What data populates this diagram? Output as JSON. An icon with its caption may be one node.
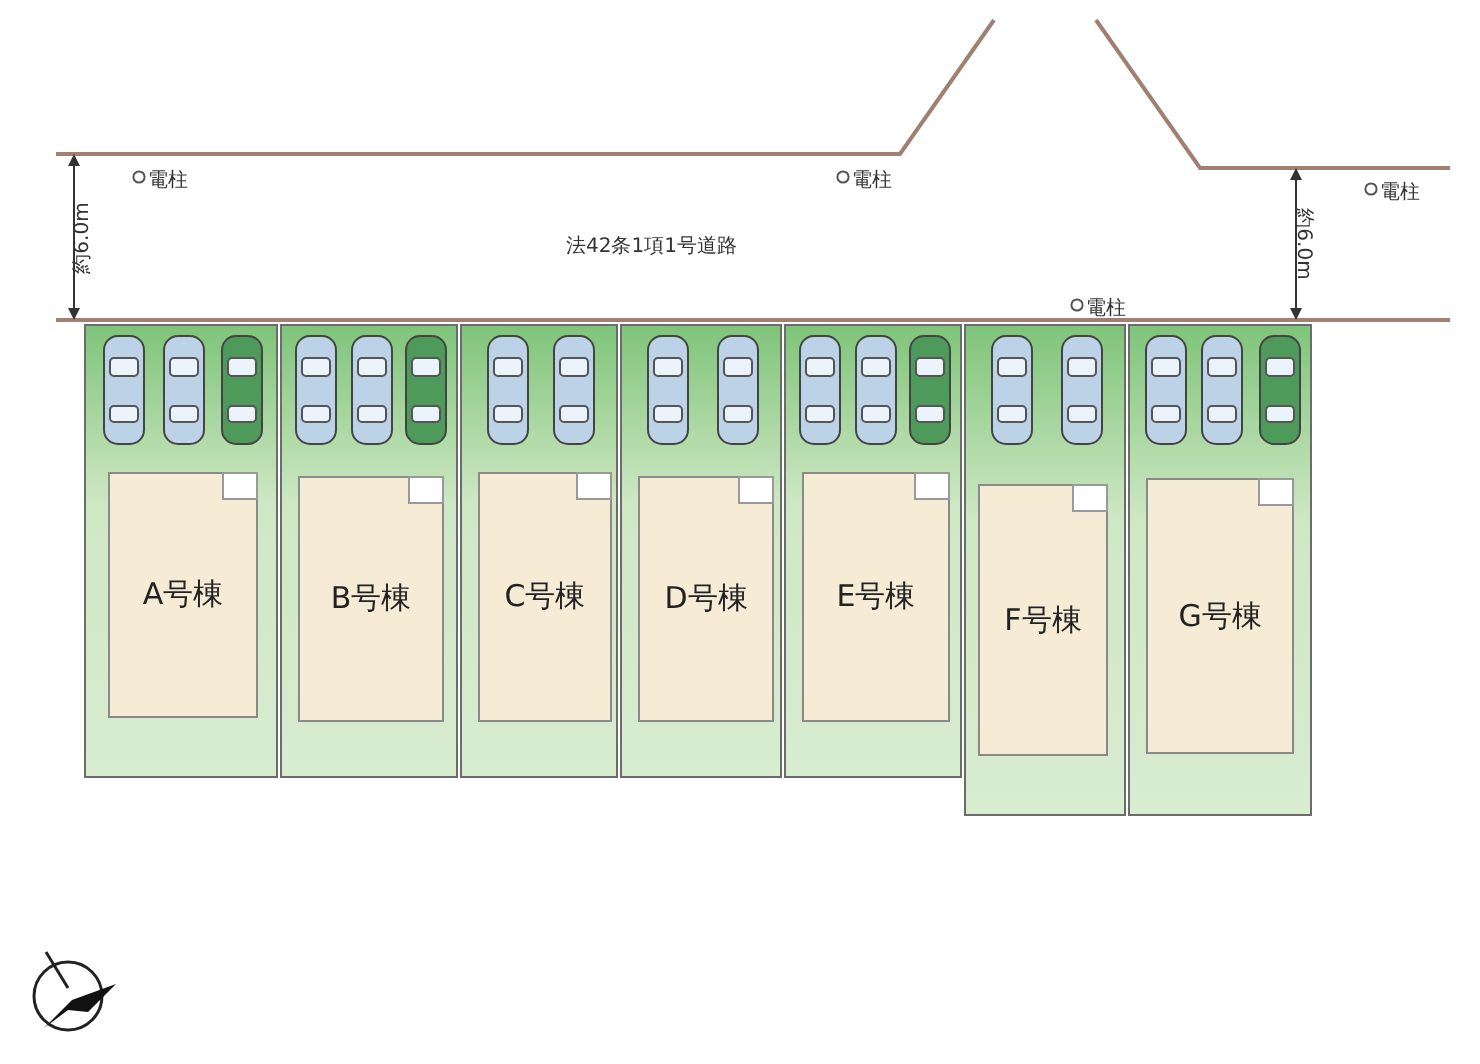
{
  "diagram": {
    "nodes": [
      {
        "text": [],
        "shape": "box"
      },
      {
        "text": [
          "A号棟"
        ],
        "in": 0
      },
      {
        "text": [],
        "shape": "box"
      },
      {
        "text": [
          "B号棟"
        ],
        "in": 2
      },
      {
        "text": [],
        "shape": "box"
      },
      {
        "text": [
          "C号棟"
        ],
        "in": 4
      },
      {
        "text": [],
        "shape": "box"
      },
      {
        "text": [
          "D号棟"
        ],
        "in": 6
      },
      {
        "text": [],
        "shape": "box"
      },
      {
        "text": [
          "E号棟"
        ],
        "in": 8
      },
      {
        "text": [],
        "shape": "box"
      },
      {
        "text": [
          "F号棟"
        ],
        "in": 10
      },
      {
        "text": [],
        "shape": "box"
      },
      {
        "text": [
          "G号棟"
        ],
        "in": 12
      }
    ],
    "labels": [
      "電柱",
      "電柱",
      "電柱",
      "約6.0m",
      "法42条1項1号道路",
      "約6.0m",
      "電柱"
    ]
  }
}
